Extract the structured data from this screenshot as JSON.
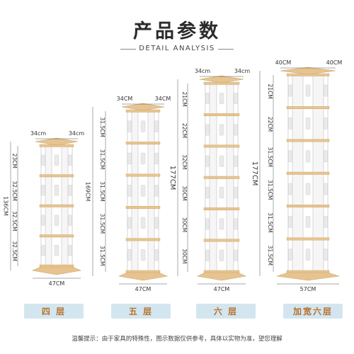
{
  "header": {
    "title": "产品参数",
    "subtitle": "DETAIL ANALYSIS"
  },
  "products": [
    {
      "label": "四 层",
      "top_depth": "34cm",
      "top_width": "34cm",
      "height_total": "136CM",
      "shelves": [
        "23CM",
        "32.5CM",
        "32.5CM",
        "32.5CM"
      ],
      "base_width": "47CM"
    },
    {
      "label": "五 层",
      "top_depth": "34CM",
      "top_width": "34CM",
      "height_total": "169CM",
      "shelves": [
        "31.5CM",
        "31.5CM",
        "31.5CM",
        "31.5CM",
        "31.5CM"
      ],
      "base_width": "47CM"
    },
    {
      "label": "六 层",
      "top_depth": "34cm",
      "top_width": "34cm",
      "height_total": "177CM",
      "shelves": [
        "21CM",
        "22CM",
        "32CM",
        "30CM",
        "30CM",
        "30CM"
      ],
      "base_width": "47CM"
    },
    {
      "label": "加宽六层",
      "top_depth": "40CM",
      "top_width": "40CM",
      "height_total": "177CM",
      "shelves": [
        "21CM",
        "22CM",
        "31.5CM",
        "31.5CM",
        "31.5CM",
        "31.5CM"
      ],
      "base_width": "57CM"
    }
  ],
  "note": "温馨提示：由于家具的特殊性，图示数据仅供参考，具体以实物为准，望您理解",
  "colors": {
    "shelf_white": "#ffffff",
    "shelf_outline": "#cfcfcf",
    "wood": "#e7c48f",
    "button_bg": "#d3e6f0",
    "button_text": "#b6702b",
    "dimension_line": "#555555"
  }
}
